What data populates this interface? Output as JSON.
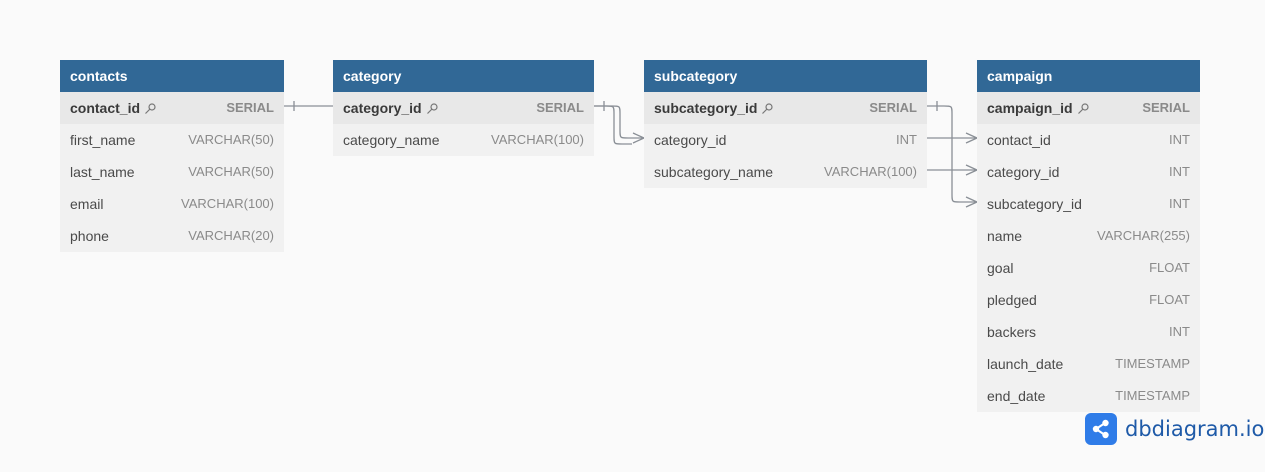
{
  "tables": [
    {
      "name": "contacts",
      "fields": [
        {
          "name": "contact_id",
          "type": "SERIAL",
          "pk": true
        },
        {
          "name": "first_name",
          "type": "VARCHAR(50)"
        },
        {
          "name": "last_name",
          "type": "VARCHAR(50)"
        },
        {
          "name": "email",
          "type": "VARCHAR(100)"
        },
        {
          "name": "phone",
          "type": "VARCHAR(20)"
        }
      ]
    },
    {
      "name": "category",
      "fields": [
        {
          "name": "category_id",
          "type": "SERIAL",
          "pk": true
        },
        {
          "name": "category_name",
          "type": "VARCHAR(100)"
        }
      ]
    },
    {
      "name": "subcategory",
      "fields": [
        {
          "name": "subcategory_id",
          "type": "SERIAL",
          "pk": true
        },
        {
          "name": "category_id",
          "type": "INT"
        },
        {
          "name": "subcategory_name",
          "type": "VARCHAR(100)"
        }
      ]
    },
    {
      "name": "campaign",
      "fields": [
        {
          "name": "campaign_id",
          "type": "SERIAL",
          "pk": true
        },
        {
          "name": "contact_id",
          "type": "INT"
        },
        {
          "name": "category_id",
          "type": "INT"
        },
        {
          "name": "subcategory_id",
          "type": "INT"
        },
        {
          "name": "name",
          "type": "VARCHAR(255)"
        },
        {
          "name": "goal",
          "type": "FLOAT"
        },
        {
          "name": "pledged",
          "type": "FLOAT"
        },
        {
          "name": "backers",
          "type": "INT"
        },
        {
          "name": "launch_date",
          "type": "TIMESTAMP"
        },
        {
          "name": "end_date",
          "type": "TIMESTAMP"
        }
      ]
    }
  ],
  "relationships": [
    {
      "from": "contacts.contact_id",
      "to": "campaign.contact_id"
    },
    {
      "from": "category.category_id",
      "to": "subcategory.category_id"
    },
    {
      "from": "category.category_id",
      "to": "campaign.category_id"
    },
    {
      "from": "subcategory.subcategory_id",
      "to": "campaign.subcategory_id"
    }
  ],
  "colors": {
    "header": "#316896",
    "line": "#8a8f96",
    "brand": "#2f7ce8"
  },
  "brand": {
    "name": "dbdiagram.io",
    "icon": "share-nodes-icon"
  }
}
